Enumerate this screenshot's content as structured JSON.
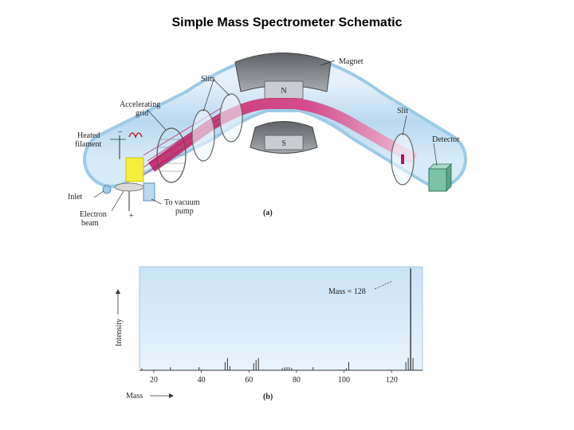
{
  "title": "Simple Mass Spectrometer Schematic",
  "schematic": {
    "labels": {
      "magnet": "Magnet",
      "slits": "Slits",
      "accelerating_grid": [
        "Accelerating",
        "grid"
      ],
      "heated_filament": [
        "Heated",
        "filament"
      ],
      "minus": "–",
      "plus": "+",
      "inlet": "Inlet",
      "electron_beam": [
        "Electron",
        "beam"
      ],
      "vacuum_pump": [
        "To vacuum",
        "pump"
      ],
      "slit": "Slit",
      "detector": "Detector",
      "north_pole": "N",
      "south_pole": "S",
      "panel": "(a)"
    }
  },
  "chart_data": {
    "type": "bar",
    "panel": "(b)",
    "xlabel": "Mass",
    "ylabel": "Intensity",
    "annotation": "Mass = 128",
    "xlim": [
      14,
      133
    ],
    "ylim": [
      0,
      100
    ],
    "xticks": [
      20,
      40,
      60,
      80,
      100,
      120
    ],
    "peaks": [
      {
        "x": 15,
        "y": 2
      },
      {
        "x": 27,
        "y": 3
      },
      {
        "x": 39,
        "y": 3
      },
      {
        "x": 50,
        "y": 8
      },
      {
        "x": 51,
        "y": 12
      },
      {
        "x": 52,
        "y": 4
      },
      {
        "x": 62,
        "y": 7
      },
      {
        "x": 63,
        "y": 10
      },
      {
        "x": 64,
        "y": 12
      },
      {
        "x": 74,
        "y": 2
      },
      {
        "x": 75,
        "y": 3
      },
      {
        "x": 76,
        "y": 3
      },
      {
        "x": 77,
        "y": 3
      },
      {
        "x": 78,
        "y": 2
      },
      {
        "x": 87,
        "y": 3
      },
      {
        "x": 101,
        "y": 2
      },
      {
        "x": 102,
        "y": 8
      },
      {
        "x": 126,
        "y": 8
      },
      {
        "x": 127,
        "y": 12
      },
      {
        "x": 128,
        "y": 100
      },
      {
        "x": 129,
        "y": 12
      }
    ]
  }
}
